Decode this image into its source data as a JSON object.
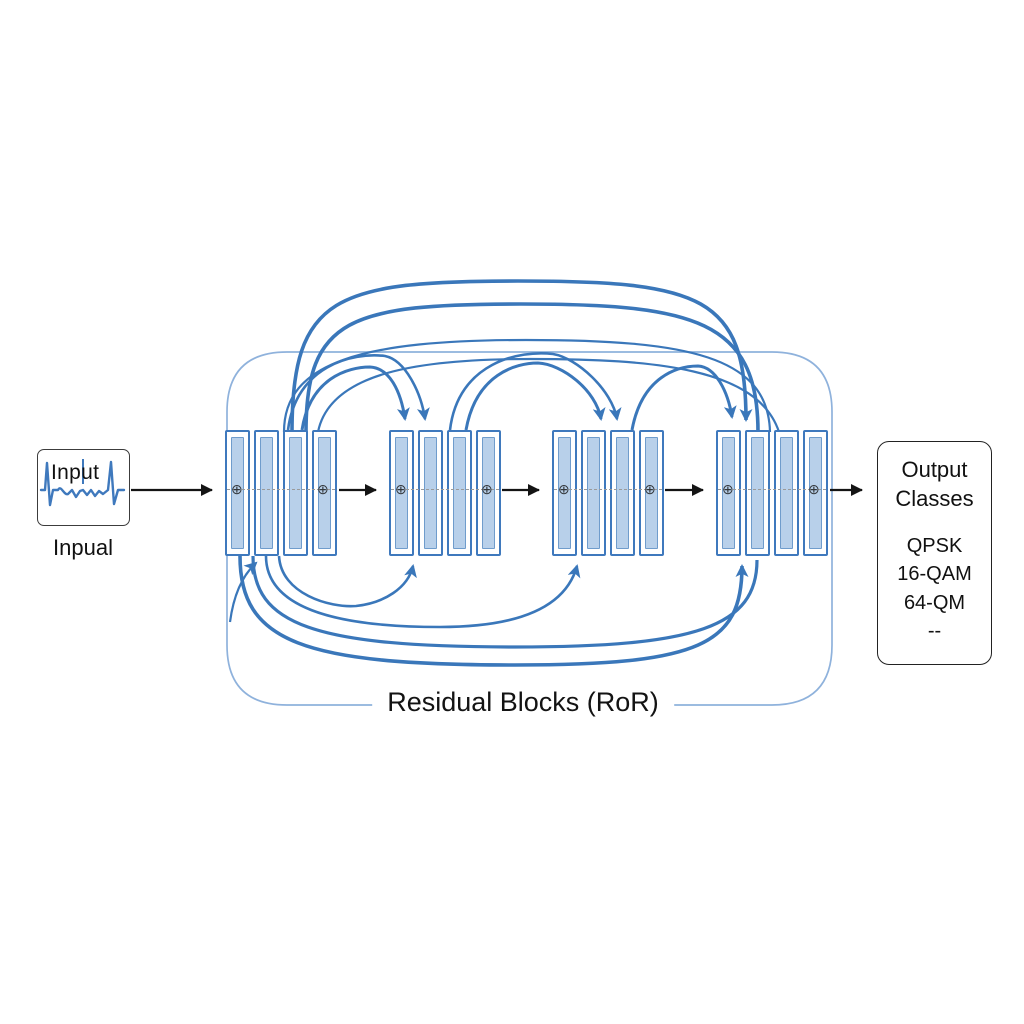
{
  "diagram": {
    "input": {
      "box_label": "Input",
      "caption": "Inpual"
    },
    "residual_container": {
      "label": "Residual Blocks (RoR)",
      "block_count": 4,
      "bars_per_block": 4
    },
    "output": {
      "title": "Output Classes",
      "classes": [
        "QPSK",
        "16-QAM",
        "64-QM",
        "--"
      ]
    },
    "icons": {
      "plus_circle": "⊕"
    },
    "colors": {
      "arc_blue": "#3a77ba",
      "bar_border": "#3f79bd",
      "bar_fill": "#b8d0ea",
      "container_stroke": "#8fb2dc",
      "black": "#141414"
    }
  }
}
